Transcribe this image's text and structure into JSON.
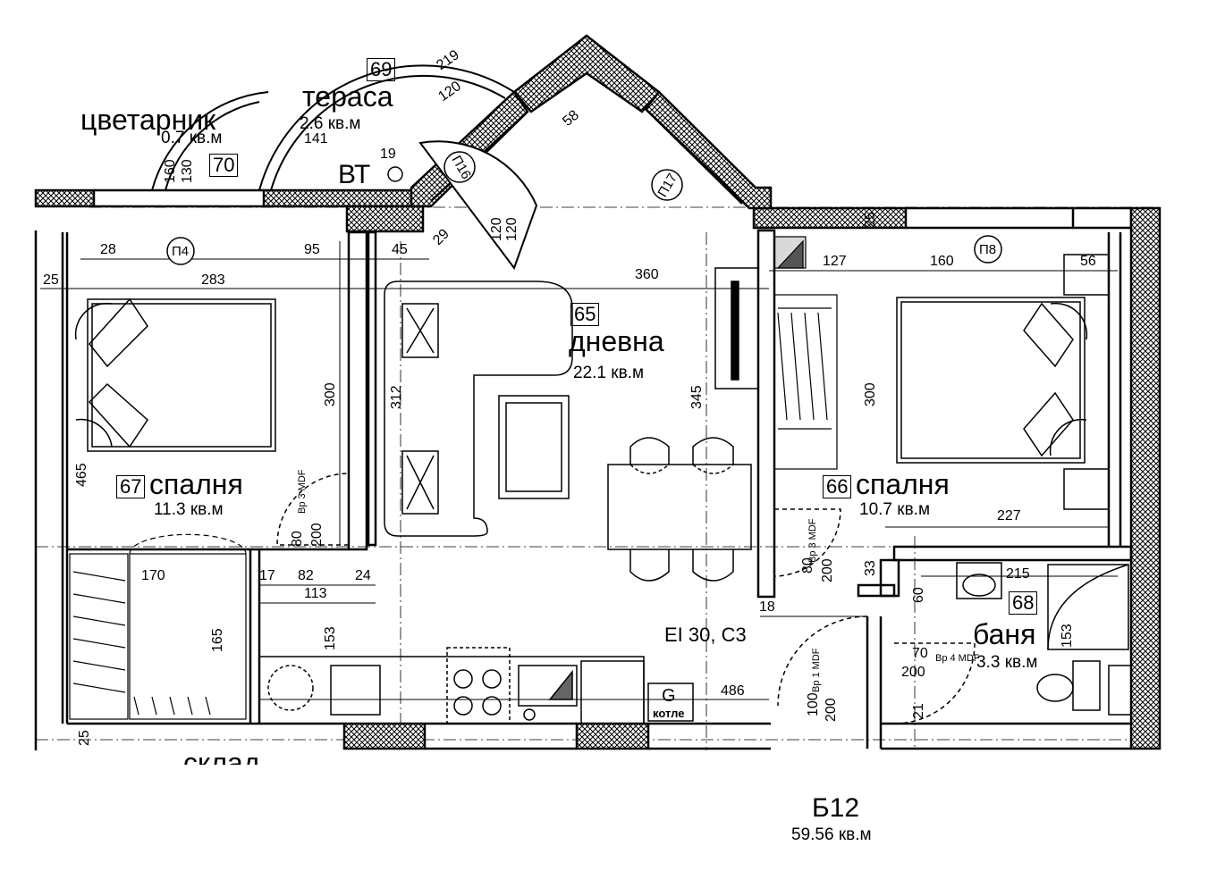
{
  "rooms": {
    "terrace": {
      "number": "69",
      "name": "тераса",
      "area": "2.6 кв.м"
    },
    "planter": {
      "number": "70",
      "name": "цветарник",
      "area": "0.7 кв.м"
    },
    "living": {
      "number": "65",
      "name": "дневна",
      "area": "22.1 кв.м"
    },
    "bedroom_left": {
      "number": "67",
      "name": "спалня",
      "area": "11.3 кв.м"
    },
    "bedroom_right": {
      "number": "66",
      "name": "спалня",
      "area": "10.7 кв.м"
    },
    "bath": {
      "number": "68",
      "name": "баня",
      "area": "3.3 кв.м"
    },
    "storage": {
      "name": "склад"
    }
  },
  "unit": {
    "name": "Б12",
    "area": "59.56 кв.м"
  },
  "windows": [
    "П4",
    "П8",
    "П16",
    "П17"
  ],
  "labels": {
    "vt": "ВТ",
    "fire_rating": "EI 30, C3",
    "boiler_letter": "G",
    "boiler_label": "котле"
  },
  "dimensions": {
    "d219": "219",
    "d120": "120",
    "d58": "58",
    "d141": "141",
    "d19": "19",
    "d160": "160",
    "d130": "130",
    "d28": "28",
    "d95": "95",
    "d45": "45",
    "d29": "29",
    "d25a": "25",
    "d283": "283",
    "d360": "360",
    "d127": "127",
    "d160b": "160",
    "d56": "56",
    "d25b": "25",
    "d300a": "300",
    "d312": "312",
    "d345": "345",
    "d300b": "300",
    "d465": "465",
    "d227": "227",
    "d170": "170",
    "d165": "165",
    "d82": "82",
    "d24": "24",
    "d17": "17",
    "d113": "113",
    "d153a": "153",
    "d215": "215",
    "d60": "60",
    "d33": "33",
    "d18": "18",
    "d153b": "153",
    "d486": "486",
    "d21": "21",
    "d25c": "25",
    "d120b": "120",
    "d120c": "120",
    "d80a": "80",
    "d200a": "200",
    "d80b": "80",
    "d200b": "200",
    "d70": "70",
    "d200c": "200",
    "d100": "100",
    "d200d": "200"
  },
  "door_marks": [
    "Вр 3 MDF",
    "Вр 3 MDF",
    "Вр 4 MDF",
    "Вр 1 MDF"
  ]
}
